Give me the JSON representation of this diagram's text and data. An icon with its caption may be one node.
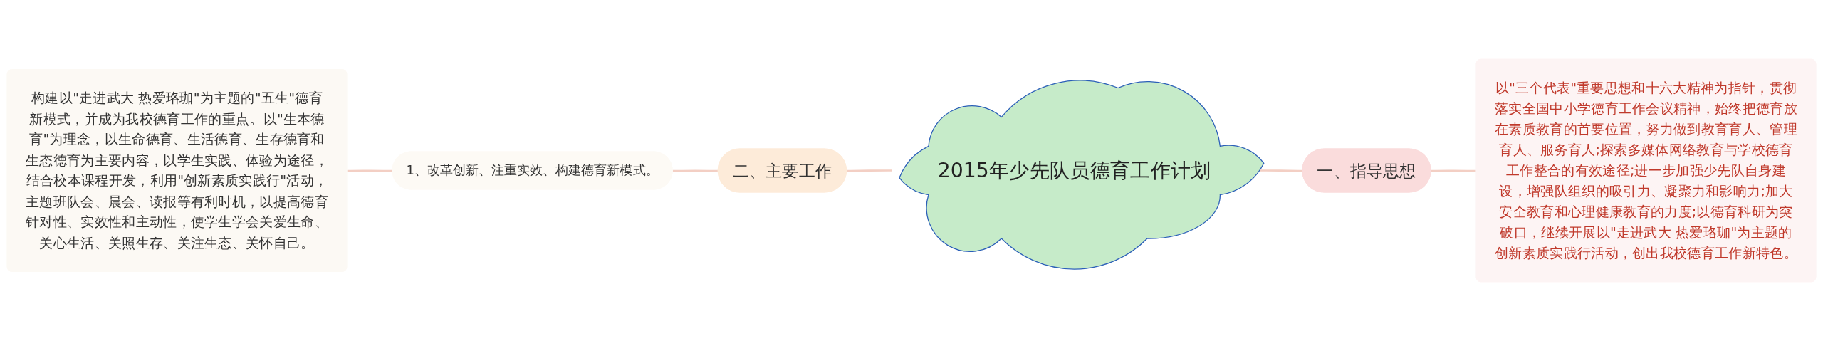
{
  "diagram": {
    "nodes": [
      {
        "text": [
          "2015年少先队员德育工作计划"
        ]
      },
      {
        "text": [
          "一、指导思想"
        ]
      },
      {
        "text": [
          "以\"三个代表\"重要思想和十六大精神为指针，贯彻落实全国中小学德育工作会议精神，始终把德育放在素质教育的首要位置，努力做到教育育人、管理育人、服务育人;探索多媒体网络教育与学校德育工作整合的有效途径;进一步加强少先队自身建设，增强队组织的吸引力、凝聚力和影响力;加大安全教育和心理健康教育的力度;以德育科研为突破口，继续开展以\"走进武大 热爱珞珈\"为主题的创新素质实践行活动，创出我校德育工作新特色。"
        ]
      },
      {
        "text": [
          "二、主要工作"
        ]
      },
      {
        "text": [
          "1、改革创新、注重实效、构建德育新模式。"
        ]
      },
      {
        "text": [
          "构建以\"走进武大 热爱珞珈\"为主题的\"五生\"德育新模式，并成为我校德育工作的重点。以\"生本德育\"为理念，以生命德育、生活德育、生存德育和生态德育为主要内容，以学生实践、体验为途径，结合校本课程开发，利用\"创新素质实践行\"活动，主题班队会、晨会、读报等有利时机，以提高德育针对性、实效性和主动性，使学生学会关爱生命、关心生活、关照生存、关注生态、关怀自己。"
        ]
      }
    ],
    "edges": [
      {
        "from": 0,
        "to": 1,
        "arrow": "none"
      },
      {
        "from": 1,
        "to": 2,
        "arrow": "none"
      },
      {
        "from": 3,
        "to": 0,
        "arrow": "none"
      },
      {
        "from": 4,
        "to": 3,
        "arrow": "none"
      },
      {
        "from": 5,
        "to": 4,
        "arrow": "none"
      }
    ]
  }
}
